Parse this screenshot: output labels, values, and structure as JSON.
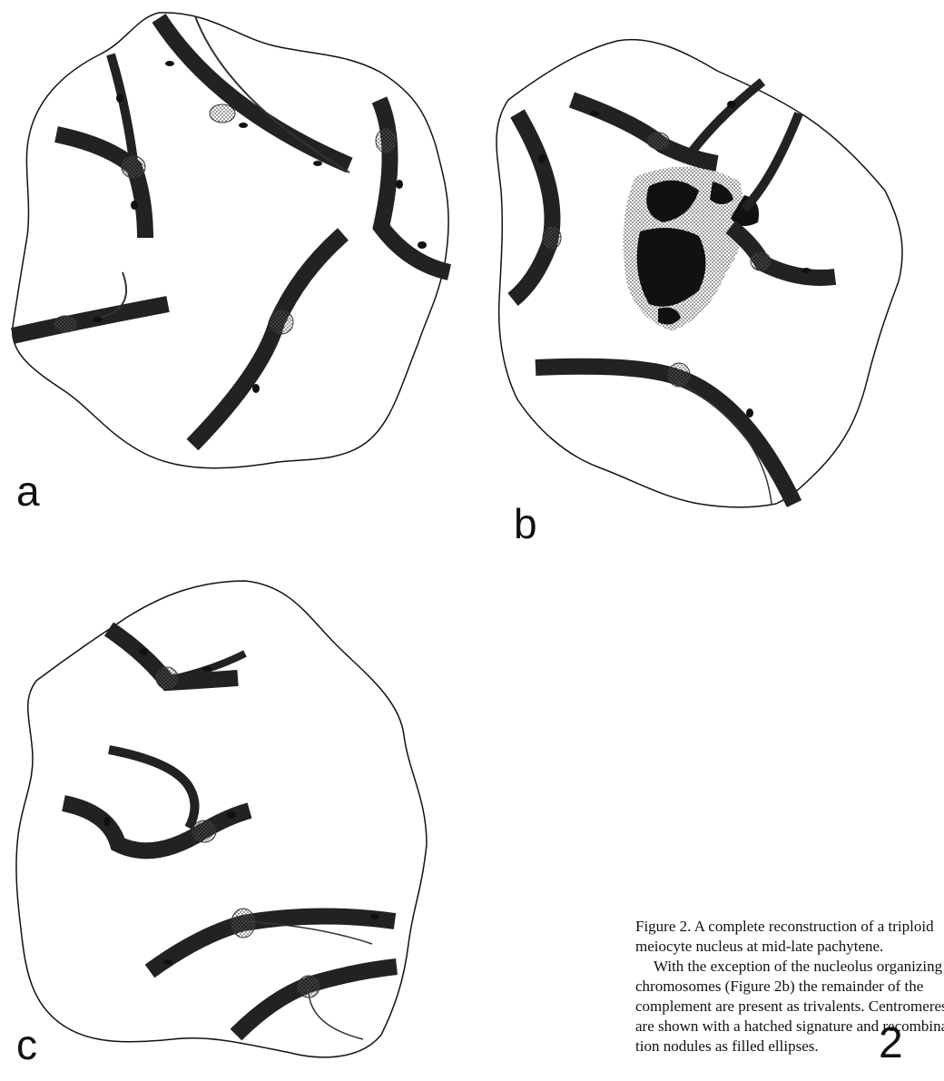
{
  "figure": {
    "panels": [
      {
        "label": "a",
        "content": "nucleus outline with trivalent synaptonemal complexes"
      },
      {
        "label": "b",
        "content": "nucleus outline with nucleolus and nucleolus organizing chromosomes"
      },
      {
        "label": "c",
        "content": "nucleus outline with trivalent synaptonemal complexes"
      }
    ],
    "figure_number": "2"
  },
  "caption": {
    "lines": [
      "Figure 2. A complete reconstruction of a triploid",
      "meiocyte nucleus at mid-late pachytene.",
      "With the exception of the nucleolus organizing",
      "chromosomes (Figure 2b) the remainder of the",
      "complement are present as trivalents. Centromeres",
      "are shown with a hatched signature and recombina-",
      "tion nodules as filled ellipses."
    ]
  }
}
